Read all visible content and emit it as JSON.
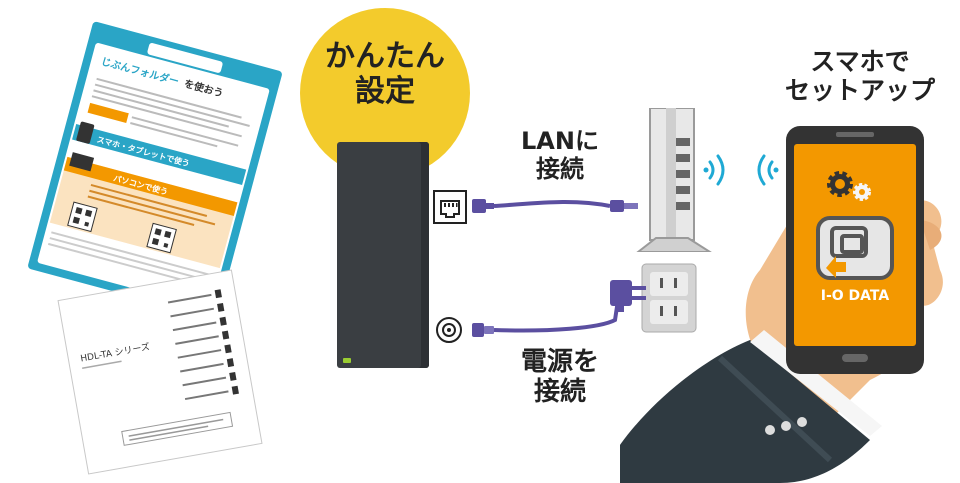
{
  "badge": {
    "line1": "かんたん",
    "line2": "設定"
  },
  "lan_label": {
    "line1": "LANに",
    "line2": "接続"
  },
  "power_label": {
    "line1": "電源を",
    "line2": "接続"
  },
  "phone_label": {
    "line1": "スマホで",
    "line2": "セットアップ"
  },
  "leaflet": {
    "title_brand": "じぶんフォルダー",
    "title_suffix": "を使おう",
    "section_smartphone": "スマホ・タブレットで使う",
    "section_pc": "パソコンで使う"
  },
  "manual": {
    "title": "HDL-TA シリーズ"
  },
  "phone_logo": "I-O DATA",
  "colors": {
    "badge": "#f3cb2c",
    "cable": "#5b4fa0",
    "leaflet_frame": "#2aa5c6",
    "leaflet_accent": "#f39800",
    "phone_screen": "#f39800",
    "nas_body": "#3a3e42",
    "suit": "#2f3a41",
    "wifi": "#1fa9d4"
  },
  "icons": [
    "ethernet-port-icon",
    "power-port-icon",
    "router-icon",
    "power-adapter-icon",
    "wall-outlet-icon",
    "wifi-signal-icon",
    "gear-icon",
    "app-icon",
    "phone-icon",
    "hand-icon"
  ]
}
